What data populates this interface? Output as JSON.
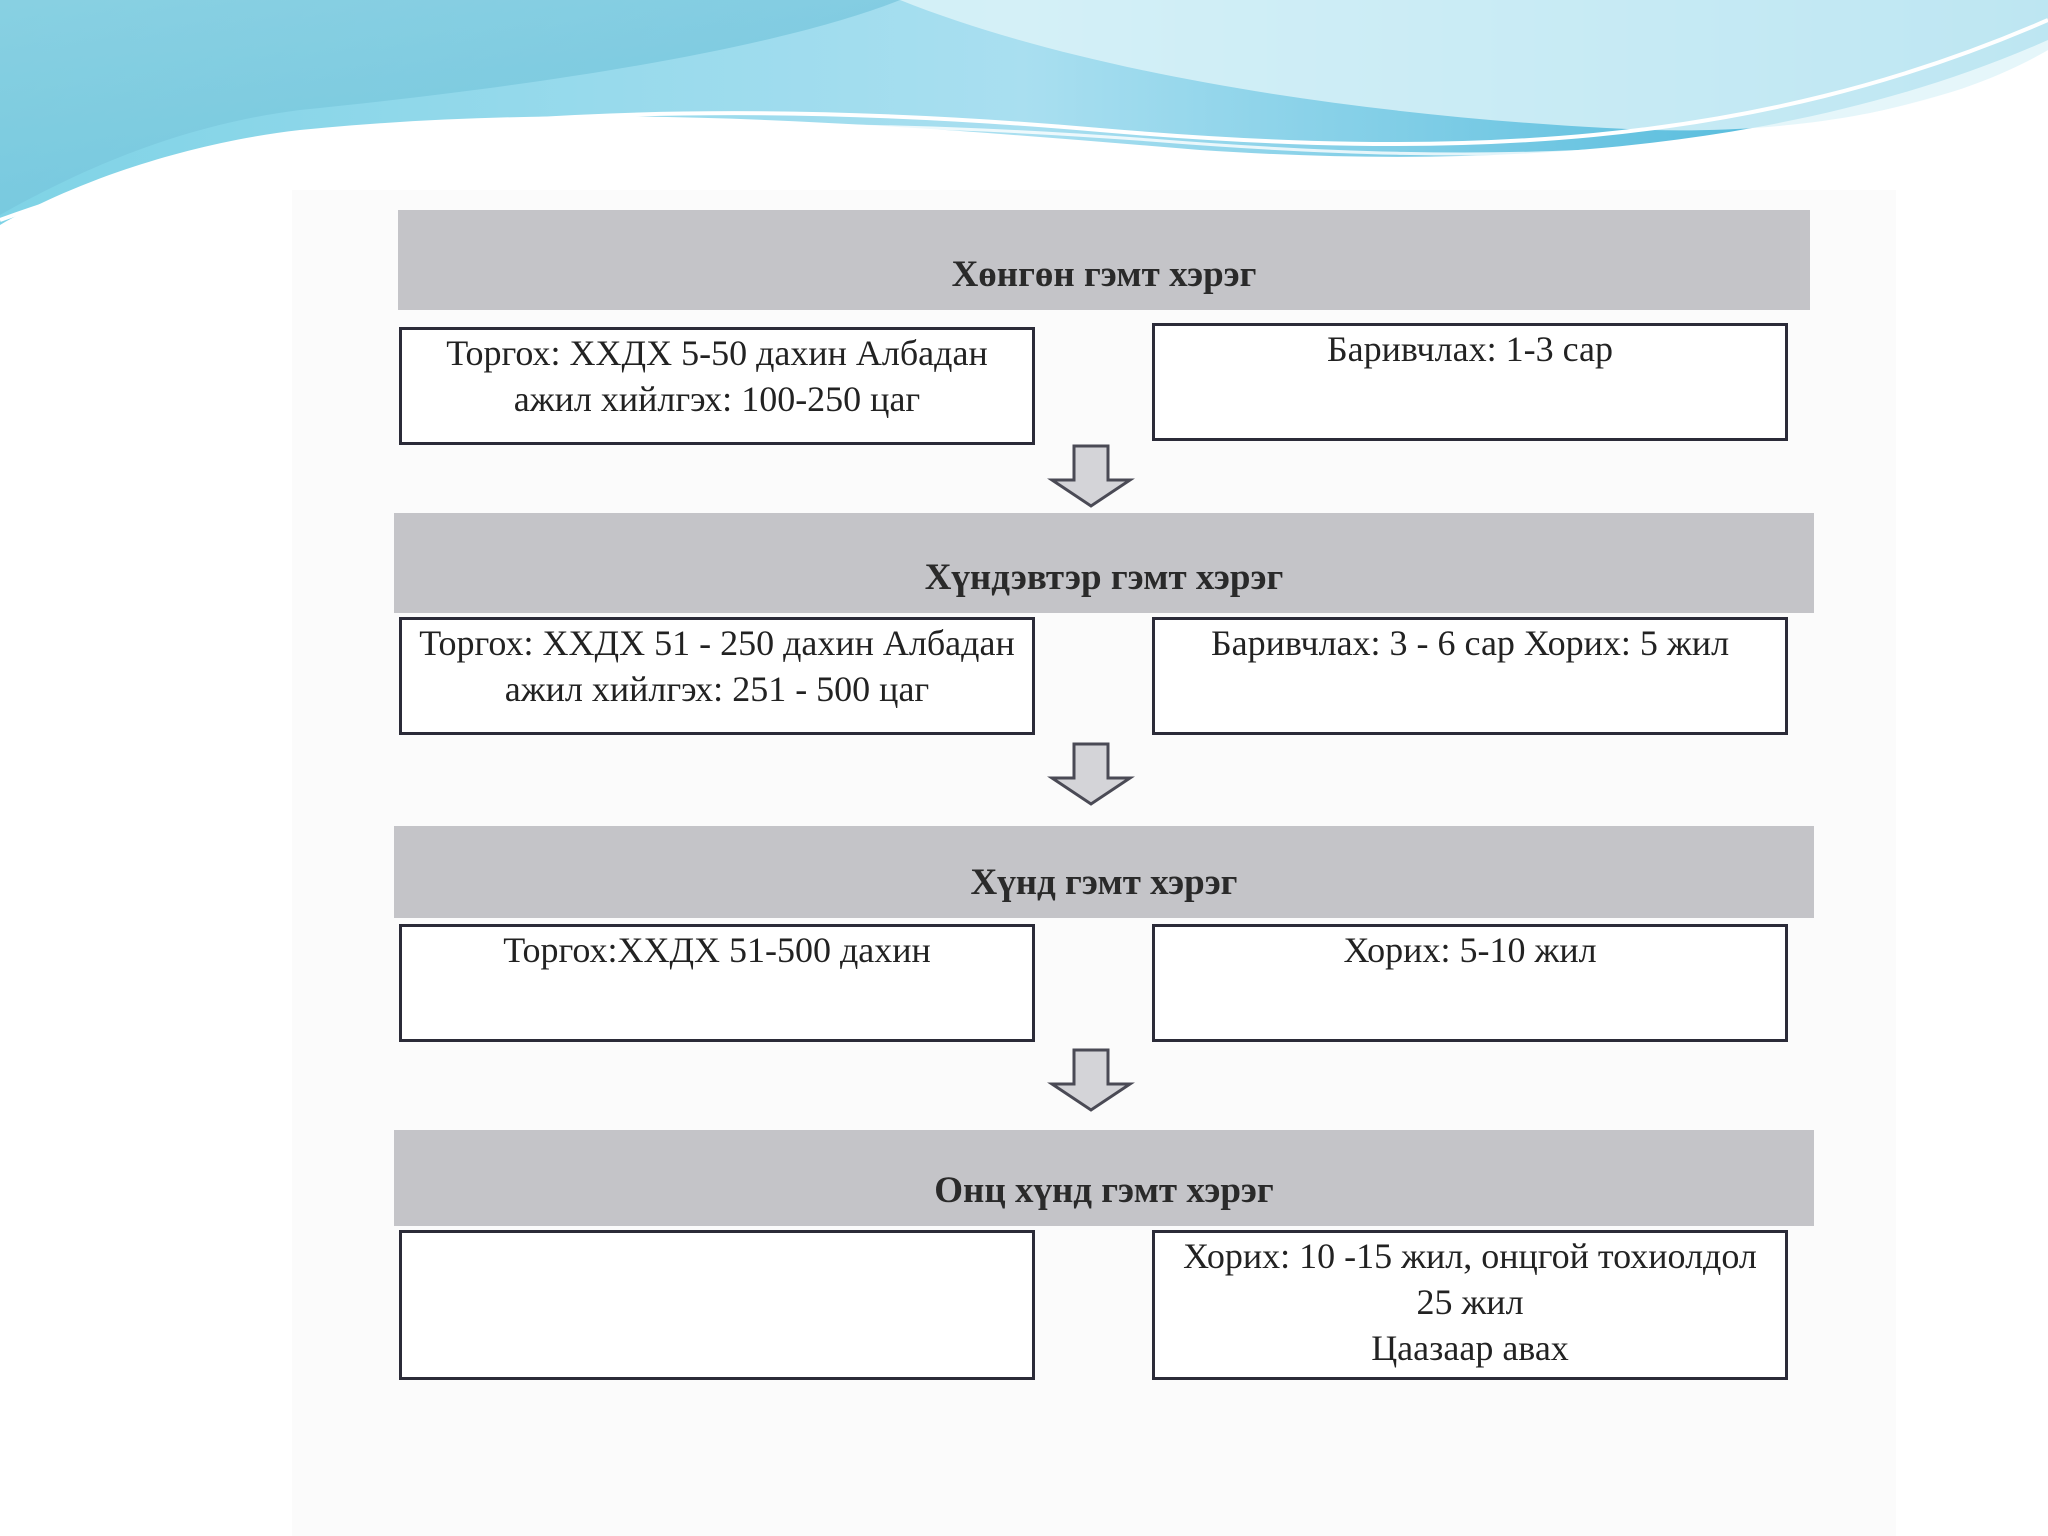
{
  "levels": [
    {
      "title": "Хөнгөн гэмт хэрэг",
      "left": "Торгох: ХХДХ 5-50 дахин Албадан ажил хийлгэх: 100-250 цаг",
      "right": "Баривчлах: 1-3 сар"
    },
    {
      "title": "Хүндэвтэр гэмт хэрэг",
      "left": "Торгох: ХХДХ 51 - 250 дахин Албадан ажил хийлгэх: 251 - 500 цаг",
      "right": "Баривчлах: 3 - 6 сар Хорих: 5 жил"
    },
    {
      "title": "Хүнд гэмт хэрэг",
      "left": "Торгох:ХХДХ 51-500 дахин",
      "right": "Хорих: 5-10 жил"
    },
    {
      "title": "Онц хүнд гэмт хэрэг",
      "left": "",
      "right": "Хорих: 10 -15 жил, онцгой тохиолдол 25 жил\nЦаазаар авах"
    }
  ],
  "colors": {
    "header_fill": "#c4c4c8",
    "box_border": "#2b2b38",
    "wave_light": "#bfe8f2",
    "wave_dark": "#3fb7d6"
  }
}
